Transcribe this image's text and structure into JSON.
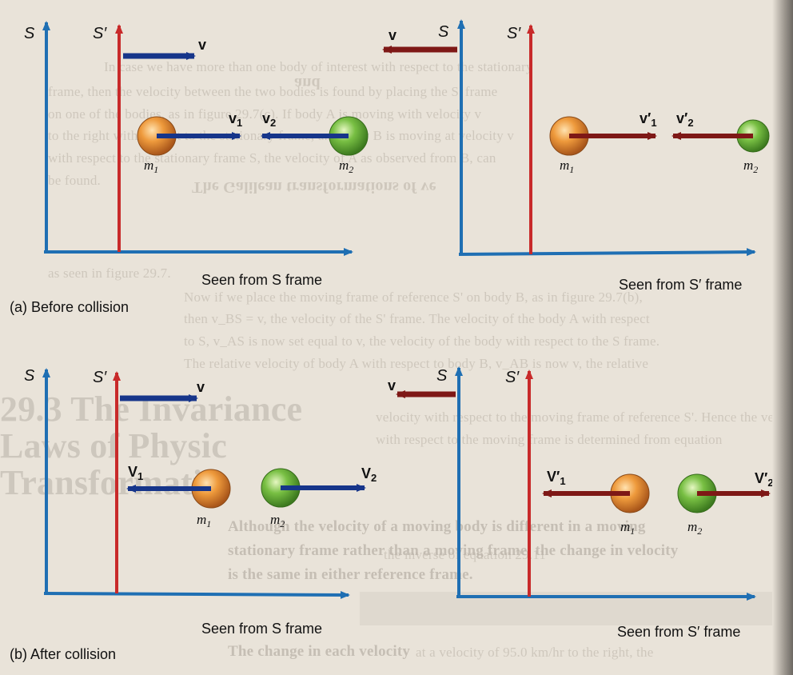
{
  "colors": {
    "s_axis": "#1f6fb3",
    "s_prime_axis": "#c82a2a",
    "blue_arrow": "#16358a",
    "red_arrow": "#7e1816",
    "mass1_ball": "#e88a2c",
    "mass2_ball": "#6fb53b",
    "paper": "#e9e3d9"
  },
  "background_text": {
    "lines": [
      "In case we have more than one body of interest with respect to the stationary",
      "frame, then the velocity between the two bodies is found by placing the S' frame",
      "on one of the bodies, as in figure 29.7(c). If body A is moving with velocity v",
      "to the right with respect to the stationary frame, and body B is moving at velocity v",
      "with respect to the stationary frame S, the velocity of A as observed from B, can",
      "be found.",
      "as seen in figure 29.7.",
      "Now if we place the moving frame of reference S' on body B, as in figure 29.7(b),",
      "then v_BS = v, the velocity of the S' frame. The velocity of the body A with respect",
      "to S, v_AS is now set equal to v, the velocity of the body with respect to the S frame.",
      "The relative velocity of body A with respect to body B, v_AB is now v, the relative",
      "velocity with respect to the moving frame of reference S'. Hence the velocity",
      "with respect to the moving frame is determined from equation",
      "Although the velocity of a moving body is different in a moving",
      "stationary frame rather than a moving frame, the change in velocity",
      "is the same in either reference frame.",
      "the inverse of equation 29.11",
      "The change in each velocity",
      "at a velocity of 95.0 km/hr to the right, the",
      "and",
      "The Galilean transformations of ve",
      "29.3 The Invariance",
      "Laws of Physic",
      "Transformatio"
    ]
  },
  "diagram": {
    "panel_a": {
      "caption": "(a) Before collision",
      "left": {
        "frame_label": "Seen from S frame",
        "s_label": "S",
        "s_prime_label": "S′",
        "frame_velocity_label": "v",
        "mass1": {
          "label": "m",
          "sub": "1",
          "velocity_label": "v",
          "velocity_sub": "1"
        },
        "mass2": {
          "label": "m",
          "sub": "2",
          "velocity_label": "v",
          "velocity_sub": "2"
        }
      },
      "right": {
        "frame_label": "Seen from S′ frame",
        "s_label": "S",
        "s_prime_label": "S′",
        "frame_velocity_label": "v",
        "mass1": {
          "label": "m",
          "sub": "1",
          "velocity_label": "v′",
          "velocity_sub": "1"
        },
        "mass2": {
          "label": "m",
          "sub": "2",
          "velocity_label": "v′",
          "velocity_sub": "2"
        }
      }
    },
    "panel_b": {
      "caption": "(b) After collision",
      "left": {
        "frame_label": "Seen from S frame",
        "s_label": "S",
        "s_prime_label": "S′",
        "frame_velocity_label": "v",
        "mass1": {
          "label": "m",
          "sub": "1",
          "velocity_label": "V",
          "velocity_sub": "1"
        },
        "mass2": {
          "label": "m",
          "sub": "2",
          "velocity_label": "V",
          "velocity_sub": "2"
        }
      },
      "right": {
        "frame_label": "Seen from S′ frame",
        "s_label": "S",
        "s_prime_label": "S′",
        "frame_velocity_label": "v",
        "mass1": {
          "label": "m",
          "sub": "1",
          "velocity_label": "V′",
          "velocity_sub": "1"
        },
        "mass2": {
          "label": "m",
          "sub": "2",
          "velocity_label": "V′",
          "velocity_sub": "2"
        }
      }
    }
  }
}
